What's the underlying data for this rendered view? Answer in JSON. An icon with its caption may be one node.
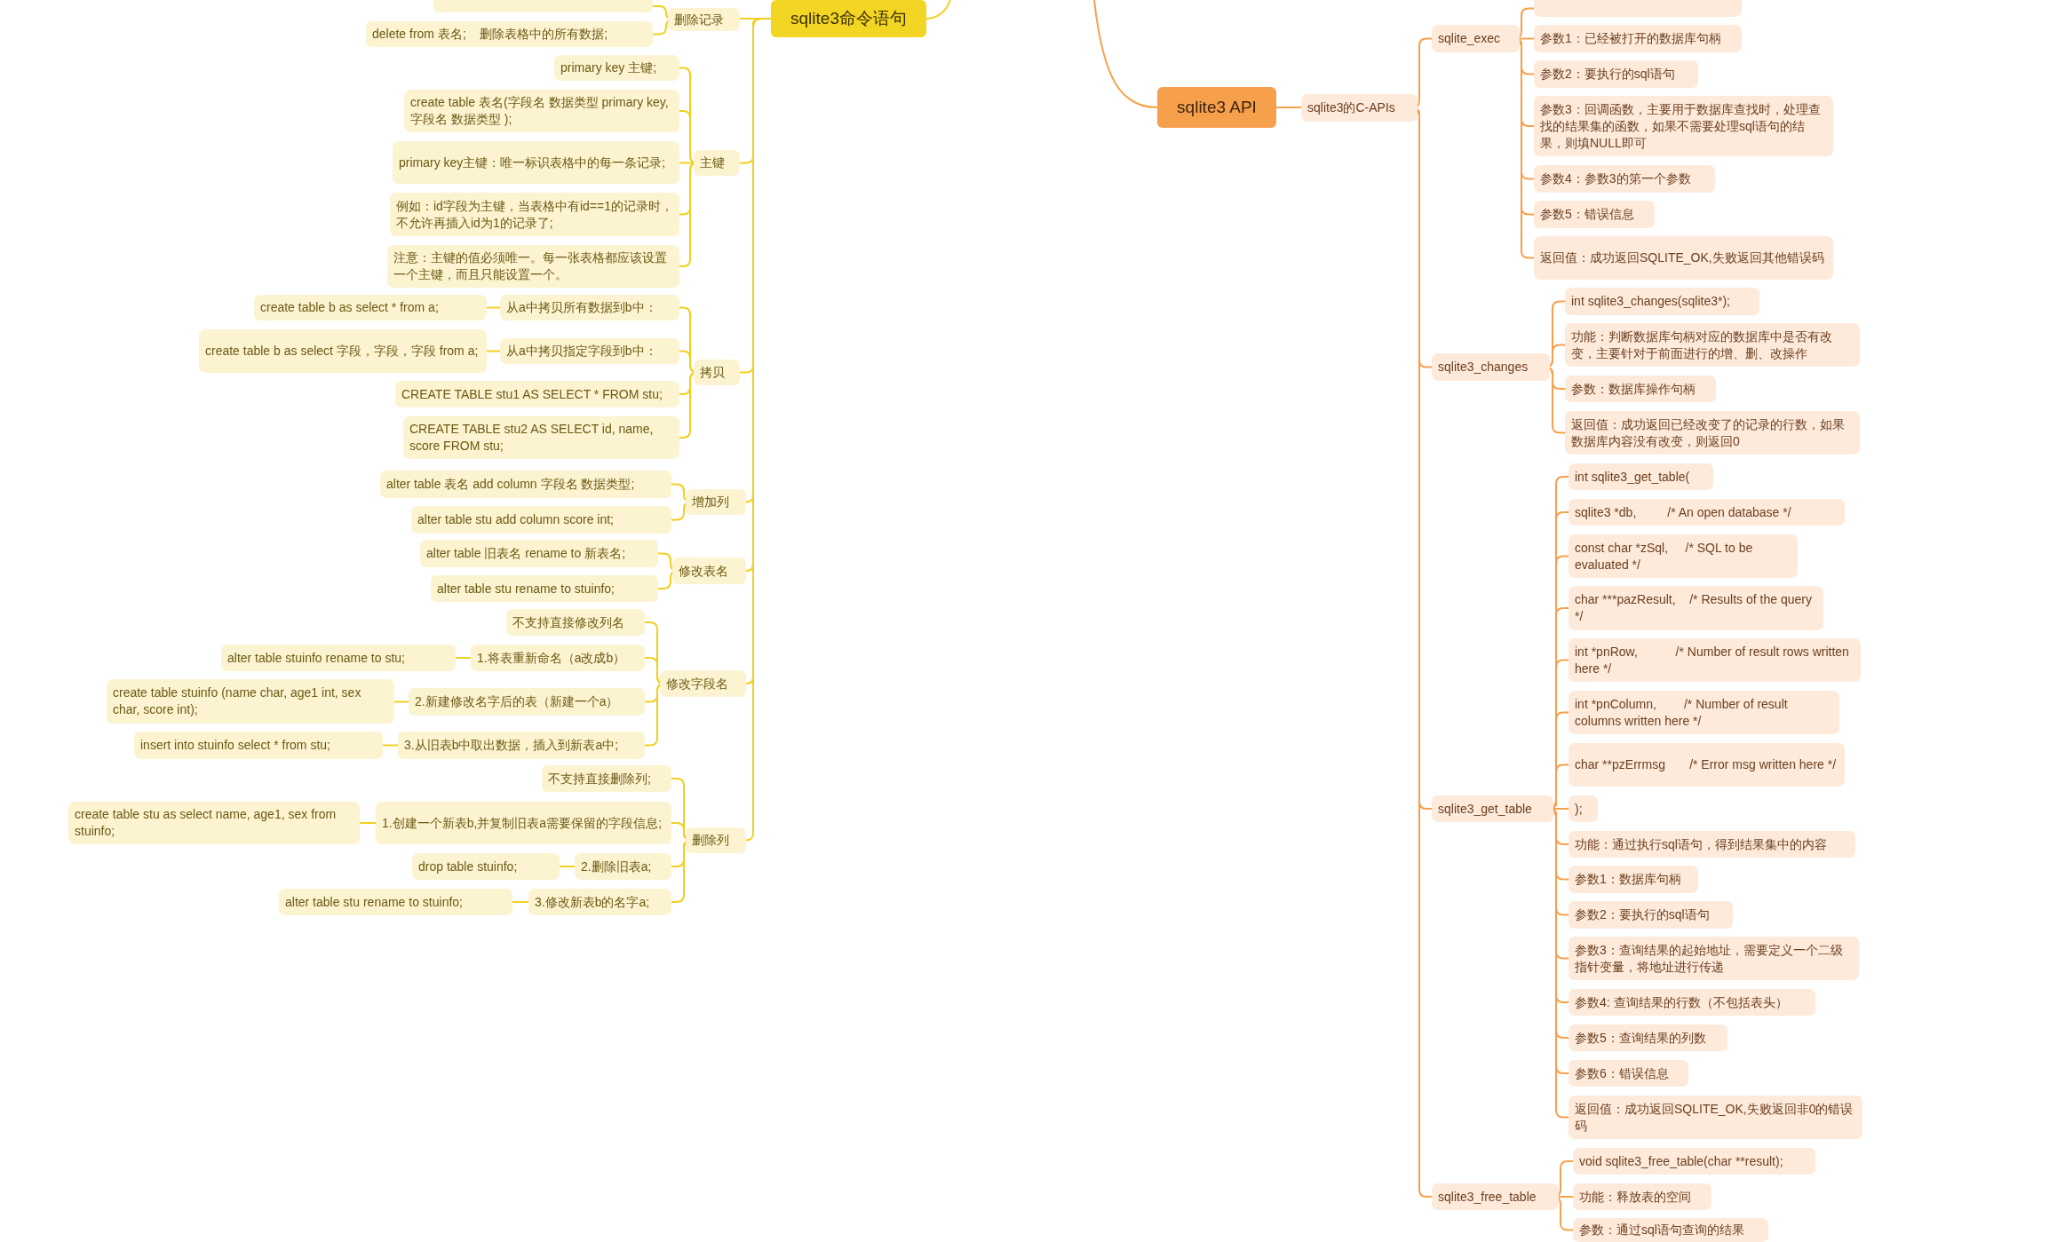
{
  "diagram": {
    "nodes": [
      {
        "text": [
          "sqlite3命令语句"
        ]
      },
      {
        "text": [
          "删除记录"
        ]
      },
      {
        "text": [],
        "shape": "box"
      },
      {
        "text": [
          "delete from 表名;    删除表格中的所有数据;"
        ]
      },
      {
        "text": [
          "主键"
        ]
      },
      {
        "text": [
          "primary key 主键;"
        ]
      },
      {
        "text": [
          "create table 表名(字段名 数据类型 primary key, 字段名 数据类型 );"
        ]
      },
      {
        "text": [
          "primary key主键：唯一标识表格中的每一条记录;"
        ]
      },
      {
        "text": [
          "例如：id字段为主键，当表格中有id==1的记录时，不允许再插入id为1的记录了;"
        ]
      },
      {
        "text": [
          "注意：主键的值必须唯一。每一张表格都应该设置一个主键，而且只能设置一个。"
        ]
      },
      {
        "text": [
          "拷贝"
        ]
      },
      {
        "text": [
          "从a中拷贝所有数据到b中："
        ]
      },
      {
        "text": [
          "create table b as select * from a;"
        ]
      },
      {
        "text": [
          "从a中拷贝指定字段到b中："
        ]
      },
      {
        "text": [
          "create table b as select 字段，字段，字段 from a;"
        ]
      },
      {
        "text": [
          "CREATE TABLE stu1 AS SELECT * FROM stu;"
        ]
      },
      {
        "text": [
          "CREATE TABLE stu2 AS SELECT id, name, score FROM stu;"
        ]
      },
      {
        "text": [
          "增加列"
        ]
      },
      {
        "text": [
          "alter table 表名 add column 字段名 数据类型;"
        ]
      },
      {
        "text": [
          "alter table stu add column score int;"
        ]
      },
      {
        "text": [
          "修改表名"
        ]
      },
      {
        "text": [
          "alter table 旧表名 rename to 新表名;"
        ]
      },
      {
        "text": [
          "alter table stu rename to stuinfo;"
        ]
      },
      {
        "text": [
          "修改字段名"
        ]
      },
      {
        "text": [
          "不支持直接修改列名"
        ]
      },
      {
        "text": [
          "1.将表重新命名（a改成b）"
        ]
      },
      {
        "text": [
          "alter table stuinfo rename to stu;"
        ]
      },
      {
        "text": [
          "2.新建修改名字后的表（新建一个a）"
        ]
      },
      {
        "text": [
          "create table stuinfo (name char, age1 int, sex char, score int);"
        ]
      },
      {
        "text": [
          "3.从旧表b中取出数据，插入到新表a中;"
        ]
      },
      {
        "text": [
          "insert into stuinfo select * from stu;"
        ]
      },
      {
        "text": [
          "删除列"
        ]
      },
      {
        "text": [
          "不支持直接删除列;"
        ]
      },
      {
        "text": [
          "1.创建一个新表b,并复制旧表a需要保留的字段信息;"
        ]
      },
      {
        "text": [
          "create table stu as select name, age1, sex from stuinfo;"
        ]
      },
      {
        "text": [
          "2.删除旧表a;"
        ]
      },
      {
        "text": [
          "drop table stuinfo;"
        ]
      },
      {
        "text": [
          "3.修改新表b的名字a;"
        ]
      },
      {
        "text": [
          "alter table stu rename to stuinfo;"
        ]
      },
      {
        "text": [
          "sqlite3 API"
        ]
      },
      {
        "text": [
          "sqlite3的C-APIs"
        ]
      },
      {
        "text": [
          "sqlite_exec"
        ]
      },
      {
        "text": [],
        "shape": "box"
      },
      {
        "text": [
          "参数1：已经被打开的数据库句柄"
        ]
      },
      {
        "text": [
          "参数2：要执行的sql语句"
        ]
      },
      {
        "text": [
          "参数3：回调函数，主要用于数据库查找时，处理查找的结果集的函数，如果不需要处理sql语句的结果，则填NULL即可"
        ]
      },
      {
        "text": [
          "参数4：参数3的第一个参数"
        ]
      },
      {
        "text": [
          "参数5：错误信息"
        ]
      },
      {
        "text": [
          "返回值：成功返回SQLITE_OK,失败返回其他错误码"
        ]
      },
      {
        "text": [
          "sqlite3_changes"
        ]
      },
      {
        "text": [
          "int sqlite3_changes(sqlite3*);"
        ]
      },
      {
        "text": [
          "功能：判断数据库句柄对应的数据库中是否有改变，主要针对于前面进行的增、删、改操作"
        ]
      },
      {
        "text": [
          "参数：数据库操作句柄"
        ]
      },
      {
        "text": [
          "返回值：成功返回已经改变了的记录的行数，如果数据库内容没有改变，则返回0"
        ]
      },
      {
        "text": [
          "sqlite3_get_table"
        ]
      },
      {
        "text": [
          "int sqlite3_get_table("
        ]
      },
      {
        "text": [
          "sqlite3 *db,         /* An open database */"
        ]
      },
      {
        "text": [
          "const char *zSql,     /* SQL to be evaluated */"
        ]
      },
      {
        "text": [
          "char ***pazResult,    /* Results of the query */"
        ]
      },
      {
        "text": [
          "int *pnRow,           /* Number of result rows written here */"
        ]
      },
      {
        "text": [
          "int *pnColumn,        /* Number of result columns written here */"
        ]
      },
      {
        "text": [
          "char **pzErrmsg       /* Error msg written here */"
        ]
      },
      {
        "text": [
          ");"
        ]
      },
      {
        "text": [
          "功能：通过执行sql语句，得到结果集中的内容"
        ]
      },
      {
        "text": [
          "参数1：数据库句柄"
        ]
      },
      {
        "text": [
          "参数2：要执行的sql语句"
        ]
      },
      {
        "text": [
          "参数3：查询结果的起始地址，需要定义一个二级指针变量，将地址进行传递"
        ]
      },
      {
        "text": [
          "参数4: 查询结果的行数（不包括表头）"
        ]
      },
      {
        "text": [
          "参数5：查询结果的列数"
        ]
      },
      {
        "text": [
          "参数6：错误信息"
        ]
      },
      {
        "text": [
          "返回值：成功返回SQLITE_OK,失败返回非0的错误码"
        ]
      },
      {
        "text": [
          "sqlite3_free_table"
        ]
      },
      {
        "text": [
          "void sqlite3_free_table(char **result);"
        ]
      },
      {
        "text": [
          "功能：释放表的空间"
        ]
      },
      {
        "text": [
          "参数：通过sql语句查询的结果"
        ]
      }
    ],
    "edges": [
      {
        "from": 0,
        "to": 1,
        "arrow": "none"
      },
      {
        "from": 0,
        "to": 4,
        "arrow": "none"
      },
      {
        "from": 0,
        "to": 10,
        "arrow": "none"
      },
      {
        "from": 0,
        "to": 17,
        "arrow": "none"
      },
      {
        "from": 0,
        "to": 20,
        "arrow": "none"
      },
      {
        "from": 0,
        "to": 23,
        "arrow": "none"
      },
      {
        "from": 0,
        "to": 31,
        "arrow": "none"
      },
      {
        "from": 1,
        "to": 2,
        "arrow": "none"
      },
      {
        "from": 1,
        "to": 3,
        "arrow": "none"
      },
      {
        "from": 4,
        "to": 5,
        "arrow": "none"
      },
      {
        "from": 4,
        "to": 6,
        "arrow": "none"
      },
      {
        "from": 4,
        "to": 7,
        "arrow": "none"
      },
      {
        "from": 4,
        "to": 8,
        "arrow": "none"
      },
      {
        "from": 4,
        "to": 9,
        "arrow": "none"
      },
      {
        "from": 10,
        "to": 11,
        "arrow": "none"
      },
      {
        "from": 10,
        "to": 13,
        "arrow": "none"
      },
      {
        "from": 10,
        "to": 15,
        "arrow": "none"
      },
      {
        "from": 10,
        "to": 16,
        "arrow": "none"
      },
      {
        "from": 11,
        "to": 12,
        "arrow": "none"
      },
      {
        "from": 13,
        "to": 14,
        "arrow": "none"
      },
      {
        "from": 17,
        "to": 18,
        "arrow": "none"
      },
      {
        "from": 17,
        "to": 19,
        "arrow": "none"
      },
      {
        "from": 20,
        "to": 21,
        "arrow": "none"
      },
      {
        "from": 20,
        "to": 22,
        "arrow": "none"
      },
      {
        "from": 23,
        "to": 24,
        "arrow": "none"
      },
      {
        "from": 23,
        "to": 25,
        "arrow": "none"
      },
      {
        "from": 23,
        "to": 27,
        "arrow": "none"
      },
      {
        "from": 23,
        "to": 29,
        "arrow": "none"
      },
      {
        "from": 25,
        "to": 26,
        "arrow": "none"
      },
      {
        "from": 27,
        "to": 28,
        "arrow": "none"
      },
      {
        "from": 29,
        "to": 30,
        "arrow": "none"
      },
      {
        "from": 31,
        "to": 32,
        "arrow": "none"
      },
      {
        "from": 31,
        "to": 33,
        "arrow": "none"
      },
      {
        "from": 31,
        "to": 35,
        "arrow": "none"
      },
      {
        "from": 31,
        "to": 37,
        "arrow": "none"
      },
      {
        "from": 33,
        "to": 34,
        "arrow": "none"
      },
      {
        "from": 35,
        "to": 36,
        "arrow": "none"
      },
      {
        "from": 37,
        "to": 38,
        "arrow": "none"
      },
      {
        "from": 39,
        "to": 40,
        "arrow": "none"
      },
      {
        "from": 40,
        "to": 41,
        "arrow": "none"
      },
      {
        "from": 40,
        "to": 49,
        "arrow": "none"
      },
      {
        "from": 40,
        "to": 54,
        "arrow": "none"
      },
      {
        "from": 40,
        "to": 71,
        "arrow": "none"
      },
      {
        "from": 41,
        "to": 42,
        "arrow": "none"
      },
      {
        "from": 41,
        "to": 43,
        "arrow": "none"
      },
      {
        "from": 41,
        "to": 44,
        "arrow": "none"
      },
      {
        "from": 41,
        "to": 45,
        "arrow": "none"
      },
      {
        "from": 41,
        "to": 46,
        "arrow": "none"
      },
      {
        "from": 41,
        "to": 47,
        "arrow": "none"
      },
      {
        "from": 41,
        "to": 48,
        "arrow": "none"
      },
      {
        "from": 49,
        "to": 50,
        "arrow": "none"
      },
      {
        "from": 49,
        "to": 51,
        "arrow": "none"
      },
      {
        "from": 49,
        "to": 52,
        "arrow": "none"
      },
      {
        "from": 49,
        "to": 53,
        "arrow": "none"
      },
      {
        "from": 54,
        "to": 55,
        "arrow": "none"
      },
      {
        "from": 54,
        "to": 56,
        "arrow": "none"
      },
      {
        "from": 54,
        "to": 57,
        "arrow": "none"
      },
      {
        "from": 54,
        "to": 58,
        "arrow": "none"
      },
      {
        "from": 54,
        "to": 59,
        "arrow": "none"
      },
      {
        "from": 54,
        "to": 60,
        "arrow": "none"
      },
      {
        "from": 54,
        "to": 61,
        "arrow": "none"
      },
      {
        "from": 54,
        "to": 62,
        "arrow": "none"
      },
      {
        "from": 54,
        "to": 63,
        "arrow": "none"
      },
      {
        "from": 54,
        "to": 64,
        "arrow": "none"
      },
      {
        "from": 54,
        "to": 65,
        "arrow": "none"
      },
      {
        "from": 54,
        "to": 66,
        "arrow": "none"
      },
      {
        "from": 54,
        "to": 67,
        "arrow": "none"
      },
      {
        "from": 54,
        "to": 68,
        "arrow": "none"
      },
      {
        "from": 54,
        "to": 69,
        "arrow": "none"
      },
      {
        "from": 54,
        "to": 70,
        "arrow": "none"
      },
      {
        "from": 71,
        "to": 72,
        "arrow": "none"
      },
      {
        "from": 71,
        "to": 73,
        "arrow": "none"
      },
      {
        "from": 71,
        "to": 74,
        "arrow": "none"
      },
      {
        "from": null,
        "to": 0,
        "arrow": "none"
      },
      {
        "from": null,
        "to": 39,
        "arrow": "none"
      }
    ]
  }
}
